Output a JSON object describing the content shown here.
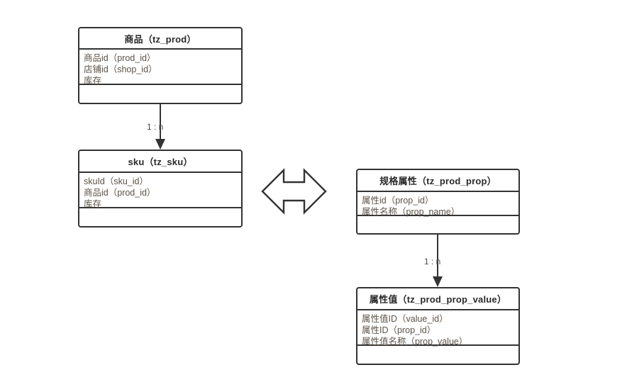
{
  "diagram": {
    "title_hidden": "",
    "background": "#ffffff",
    "line_color": "#333333",
    "title_color": "#2a2a2a",
    "field_color": "#5b5248"
  },
  "entities": [
    {
      "id": "tz_prod",
      "title": "商品（tz_prod）",
      "fields": [
        "商品id（prod_id）",
        "店铺id（shop_id）",
        "库存"
      ],
      "footer": ""
    },
    {
      "id": "tz_sku",
      "title": "sku（tz_sku）",
      "fields": [
        "skuId（sku_id）",
        "商品id（prod_id）",
        "库存"
      ],
      "footer": ""
    },
    {
      "id": "tz_prod_prop",
      "title": "规格属性（tz_prod_prop）",
      "fields": [
        "属性id（prop_id）",
        "属性名称（prop_name）"
      ],
      "footer": ""
    },
    {
      "id": "tz_prod_prop_value",
      "title": "属性值（tz_prod_prop_value）",
      "fields": [
        "属性值ID（value_id）",
        "属性ID（prop_id）",
        "属性值名称（prop_value）"
      ],
      "footer": ""
    }
  ],
  "connectors": [
    {
      "id": "prod-to-sku",
      "label": "1 : n",
      "from": "tz_prod",
      "to": "tz_sku"
    },
    {
      "id": "prop-to-prop-value",
      "label": "1 : n",
      "from": "tz_prod_prop",
      "to": "tz_prod_prop_value"
    }
  ],
  "symbols": {
    "double_arrow": "double-arrow-left-right"
  }
}
